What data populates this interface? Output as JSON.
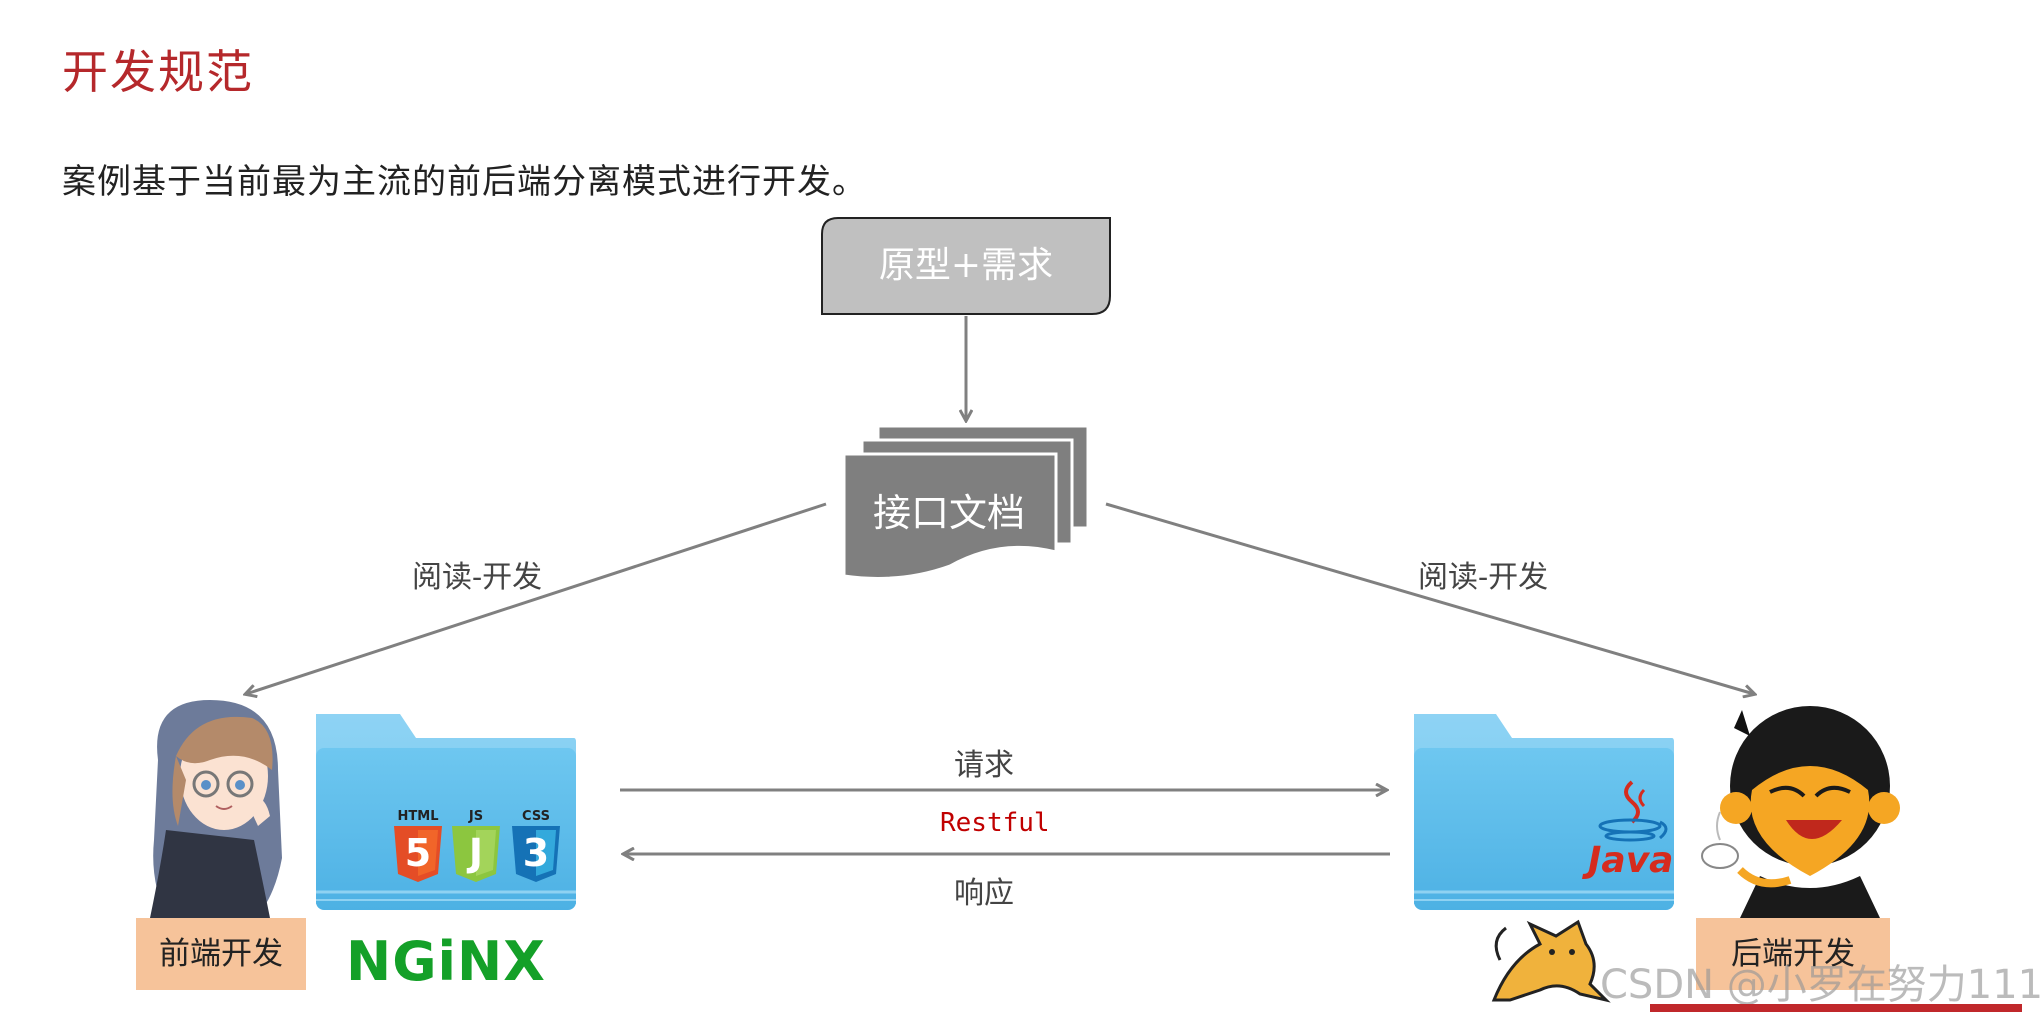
{
  "title": "开发规范",
  "subtitle": "案例基于当前最为主流的前后端分离模式进行开发。",
  "colors": {
    "title": "#b5282b",
    "box_fill": "#c0c0c0",
    "doc_fill": "#7f7f7f",
    "arrow": "#808080",
    "label_fill": "#f6c39a",
    "folder": "#5fbde9",
    "restful": "#c00000"
  },
  "nodes": {
    "prototype": "原型+需求",
    "api_doc": "接口文档",
    "frontend": "前端开发",
    "backend": "后端开发"
  },
  "edges": {
    "read_dev_left": "阅读-开发",
    "read_dev_right": "阅读-开发",
    "request": "请求",
    "restful": "Restful",
    "response": "响应"
  },
  "logos": {
    "html": "HTML",
    "js": "JS",
    "css": "CSS",
    "nginx": "NGiNX",
    "java": "Java"
  },
  "icons": [
    "frontend-developer-avatar",
    "backend-developer-avatar",
    "frontend-folder-icon",
    "backend-folder-icon",
    "html5-icon",
    "js-icon",
    "css3-icon",
    "java-icon",
    "tomcat-icon"
  ],
  "watermark": "CSDN @小罗在努力111"
}
